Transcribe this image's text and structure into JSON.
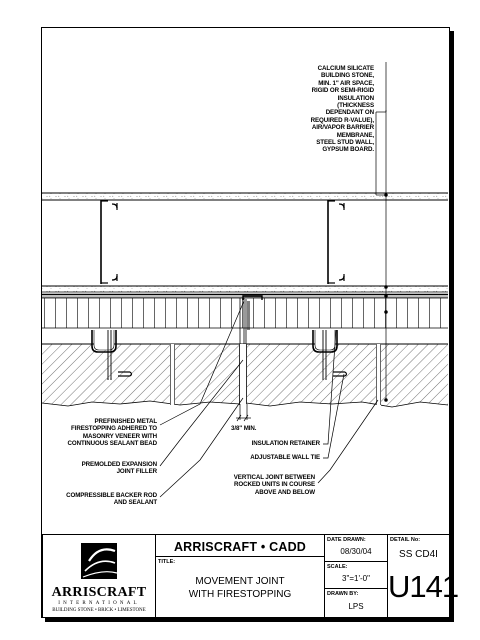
{
  "labels": {
    "calcium": [
      "CALCIUM SILICATE",
      "BUILDING STONE,",
      "MIN. 1\" AIR SPACE,",
      "RIGID OR SEMI-RIGID",
      "INSULATION (THICKNESS",
      "DEPENDANT ON",
      "REQUIRED R-VALUE),",
      "AIR/VAPOR BARRIER",
      "MEMBRANE,",
      "STEEL STUD WALL,",
      "GYPSUM BOARD."
    ],
    "prefinished": [
      "PREFINISHED METAL",
      "FIRESTOPPING ADHERED TO",
      "MASONRY VENEER WITH",
      "CONTINUOUS SEALANT BEAD"
    ],
    "premolded": [
      "PREMOLDED EXPANSION",
      "JOINT FILLER"
    ],
    "backer": [
      "COMPRESSIBLE BACKER ROD",
      "AND SEALANT"
    ],
    "min": "3/8\" MIN.",
    "retainer": "INSULATION RETAINER",
    "walltie": "ADJUSTABLE WALL TIE",
    "vertical": [
      "VERTICAL JOINT BETWEEN",
      "ROCKED UNITS IN COURSE",
      "ABOVE AND BELOW"
    ]
  },
  "titleblock": {
    "company": "ARRISCRAFT • CADD",
    "title_label": "TITLE:",
    "title": [
      "MOVEMENT JOINT",
      "WITH FIRESTOPPING"
    ],
    "date_label": "DATE DRAWN:",
    "date": "08/30/04",
    "scale_label": "SCALE:",
    "scale": "3\"=1'-0\"",
    "drawn_label": "DRAWN BY:",
    "drawn": "LPS",
    "detail_label": "DETAIL No:",
    "detail_code": "SS CD4I",
    "detail_num": "U141",
    "logo_name": "ARRISCRAFT",
    "logo_intl": "INTERNATIONAL",
    "logo_tagline": "BUILDING STONE • BRICK • LIMESTONE"
  }
}
